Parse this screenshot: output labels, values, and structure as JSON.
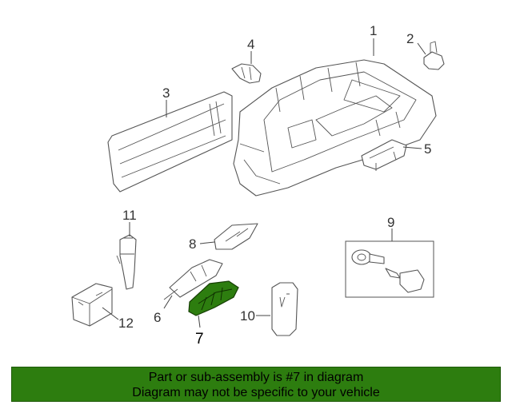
{
  "diagram": {
    "callouts": {
      "c1": "1",
      "c2": "2",
      "c3": "3",
      "c4": "4",
      "c5": "5",
      "c6": "6",
      "c7": "7",
      "c8": "8",
      "c9": "9",
      "c10": "10",
      "c11": "11",
      "c12": "12"
    },
    "highlight_part": "7",
    "highlight_color": "#2d7d0f"
  },
  "banner": {
    "line1": "Part or sub-assembly is #7 in diagram",
    "line2": "Diagram may not be specific to your vehicle",
    "background": "#2d7d0f"
  }
}
